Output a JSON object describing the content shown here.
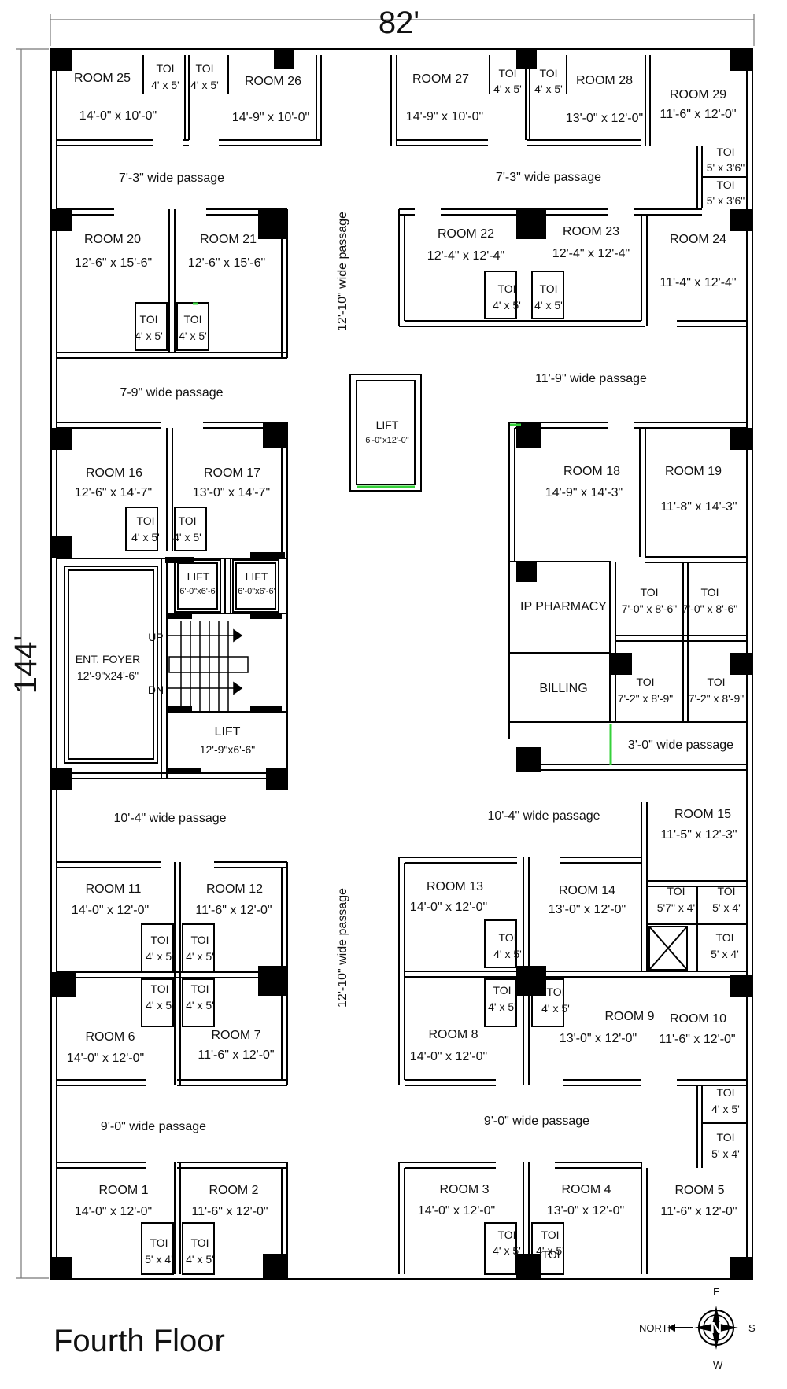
{
  "dimensions": {
    "width": "82'",
    "height": "144'"
  },
  "floor_title": "Fourth Floor",
  "compass": {
    "north_label": "NORTH",
    "e": "E",
    "s": "S",
    "w": "W",
    "n": "N"
  },
  "rooms": [
    {
      "name": "ROOM 25",
      "size": "14'-0\" x 10'-0\""
    },
    {
      "name": "ROOM 26",
      "size": "14'-9\" x 10'-0\""
    },
    {
      "name": "ROOM 27",
      "size": "14'-9\" x 10'-0\""
    },
    {
      "name": "ROOM 28",
      "size": "13'-0\" x 12'-0\""
    },
    {
      "name": "ROOM 29",
      "size": "11'-6\" x 12'-0\""
    },
    {
      "name": "ROOM 20",
      "size": "12'-6\" x 15'-6\""
    },
    {
      "name": "ROOM 21",
      "size": "12'-6\" x 15'-6\""
    },
    {
      "name": "ROOM 22",
      "size": "12'-4\" x 12'-4\""
    },
    {
      "name": "ROOM 23",
      "size": "12'-4\" x 12'-4\""
    },
    {
      "name": "ROOM 24",
      "size": "11'-4\" x 12'-4\""
    },
    {
      "name": "ROOM 16",
      "size": "12'-6\" x 14'-7\""
    },
    {
      "name": "ROOM 17",
      "size": "13'-0\" x 14'-7\""
    },
    {
      "name": "ROOM 18",
      "size": "14'-9\" x 14'-3\""
    },
    {
      "name": "ROOM 19",
      "size": "11'-8\" x 14'-3\""
    },
    {
      "name": "ROOM 15",
      "size": "11'-5\" x 12'-3\""
    },
    {
      "name": "ROOM 13",
      "size": "14'-0\" x 12'-0\""
    },
    {
      "name": "ROOM 14",
      "size": "13'-0\" x 12'-0\""
    },
    {
      "name": "ROOM 11",
      "size": "14'-0\" x 12'-0\""
    },
    {
      "name": "ROOM 12",
      "size": "11'-6\" x 12'-0\""
    },
    {
      "name": "ROOM 6",
      "size": "14'-0\" x 12'-0\""
    },
    {
      "name": "ROOM 7",
      "size": "11'-6\" x 12'-0\""
    },
    {
      "name": "ROOM 8",
      "size": "14'-0\" x 12'-0\""
    },
    {
      "name": "ROOM 9",
      "size": "13'-0\" x 12'-0\""
    },
    {
      "name": "ROOM 10",
      "size": "11'-6\" x 12'-0\""
    },
    {
      "name": "ROOM 1",
      "size": "14'-0\" x 12'-0\""
    },
    {
      "name": "ROOM 2",
      "size": "11'-6\" x 12'-0\""
    },
    {
      "name": "ROOM 3",
      "size": "14'-0\" x 12'-0\""
    },
    {
      "name": "ROOM 4",
      "size": "13'-0\" x 12'-0\""
    },
    {
      "name": "ROOM 5",
      "size": "11'-6\" x 12'-0\""
    }
  ],
  "toilets": [
    {
      "label": "TOI",
      "size": "4' x 5'"
    },
    {
      "label": "TOI",
      "size": "4' x 5'"
    },
    {
      "label": "TOI",
      "size": "4' x 5'"
    },
    {
      "label": "TOI",
      "size": "4' x 5'"
    },
    {
      "label": "TOI",
      "size": "5' x 3'6\""
    },
    {
      "label": "TOI",
      "size": "5' x 3'6\""
    },
    {
      "label": "TOI",
      "size": "4' x 5'"
    },
    {
      "label": "TOI",
      "size": "4' x 5'"
    },
    {
      "label": "TOI",
      "size": "4' x 5'"
    },
    {
      "label": "TOI",
      "size": "4' x 5'"
    },
    {
      "label": "TOI",
      "size": "4' x 5'"
    },
    {
      "label": "TOI",
      "size": "4' x 5'"
    },
    {
      "label": "TOI",
      "size": "7'-0\" x 8'-6\""
    },
    {
      "label": "TOI",
      "size": "7'-0\" x 8'-6\""
    },
    {
      "label": "TOI",
      "size": "7'-2\" x 8'-9\""
    },
    {
      "label": "TOI",
      "size": "7'-2\" x 8'-9\""
    },
    {
      "label": "TOI",
      "size": "5'7\" x 4'"
    },
    {
      "label": "TOI",
      "size": "5' x 4'"
    },
    {
      "label": "TOI",
      "size": "5' x 4'"
    },
    {
      "label": "TOI",
      "size": "4' x 5'"
    },
    {
      "label": "TOI",
      "size": "4' x 5'"
    },
    {
      "label": "TOI",
      "size": "4' x 5'"
    },
    {
      "label": "TOI",
      "size": "4' x 5'"
    },
    {
      "label": "TOI",
      "size": "4' x 5'"
    },
    {
      "label": "TOI",
      "size": "4' x 5'"
    },
    {
      "label": "TOI",
      "size": "4' x 5'"
    },
    {
      "label": "TOI",
      "size": "4' x 5'"
    },
    {
      "label": "TOI",
      "size": "5' x 4'"
    },
    {
      "label": "TOI",
      "size": "5' x 4'"
    },
    {
      "label": "TOI",
      "size": "4' x 5'"
    },
    {
      "label": "TOI",
      "size": "4' x 5'"
    },
    {
      "label": "TOI",
      "size": "4' x 5'"
    },
    {
      "label": "TOI",
      "size": "4' x 5'"
    }
  ],
  "passages": [
    "7'-3\" wide passage",
    "7'-3\" wide passage",
    "7-9\" wide passage",
    "11'-9\" wide passage",
    "3'-0\" wide passage",
    "10'-4\" wide passage",
    "10'-4\" wide passage",
    "9'-0\" wide passage",
    "9'-0\" wide passage",
    "12'-10\" wide passage",
    "12'-10\" wide passage"
  ],
  "lifts": [
    {
      "label": "LIFT",
      "size": "6'-0\"x12'-0\""
    },
    {
      "label": "LIFT",
      "size": "6'-0\"x6'-6'"
    },
    {
      "label": "LIFT",
      "size": "6'-0\"x6'-6'"
    },
    {
      "label": "LIFT",
      "size": "12'-9\"x6'-6\""
    }
  ],
  "foyer": {
    "label": "ENT. FOYER",
    "size": "12'-9\"x24'-6\""
  },
  "stairs": {
    "up": "UP",
    "dn": "DN"
  },
  "pharmacy": "IP PHARMACY",
  "billing": "BILLING"
}
